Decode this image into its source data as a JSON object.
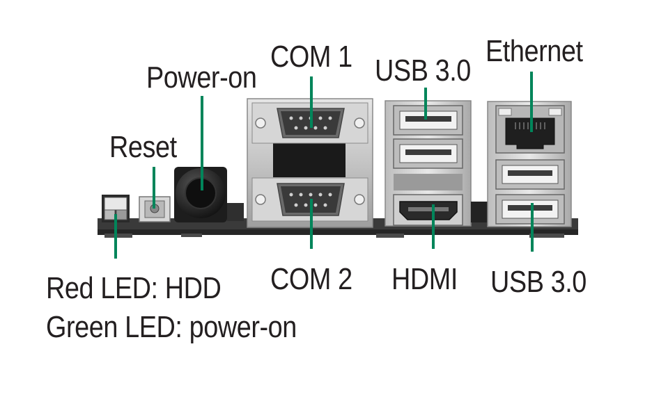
{
  "labels": {
    "com1": "COM 1",
    "usb_top": "USB 3.0",
    "ethernet": "Ethernet",
    "power_on": "Power-on",
    "reset": "Reset",
    "com2": "COM 2",
    "hdmi": "HDMI",
    "usb_bottom": "USB 3.0",
    "led_red": "Red LED: HDD",
    "led_green": "Green LED: power-on"
  },
  "colors": {
    "leader": "#00855a",
    "text": "#231f20",
    "board": "#2b2b2b",
    "metal": "#cfcfcf"
  }
}
